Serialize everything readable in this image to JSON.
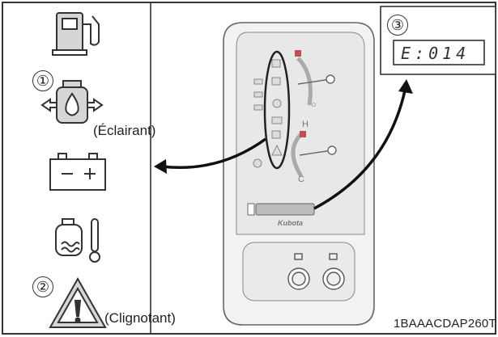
{
  "figure": {
    "labels": {
      "marker_1": "①",
      "marker_2": "②",
      "marker_3": "③",
      "eclairant": "(Éclairant)",
      "clignotant": "(Clignotant)",
      "lcd_display": "E:014",
      "brand": "Kubota",
      "figure_code": "1BAAACDAP260T"
    },
    "icons": [
      "fuel-pump-icon",
      "oil-pressure-icon",
      "battery-charge-icon",
      "coolant-temperature-icon",
      "warning-triangle-icon"
    ],
    "colors": {
      "line": "#333333",
      "panel_fill": "#ececec",
      "gauge_marker": "#c0504d",
      "icon_fill": "#d6d6d6"
    }
  }
}
